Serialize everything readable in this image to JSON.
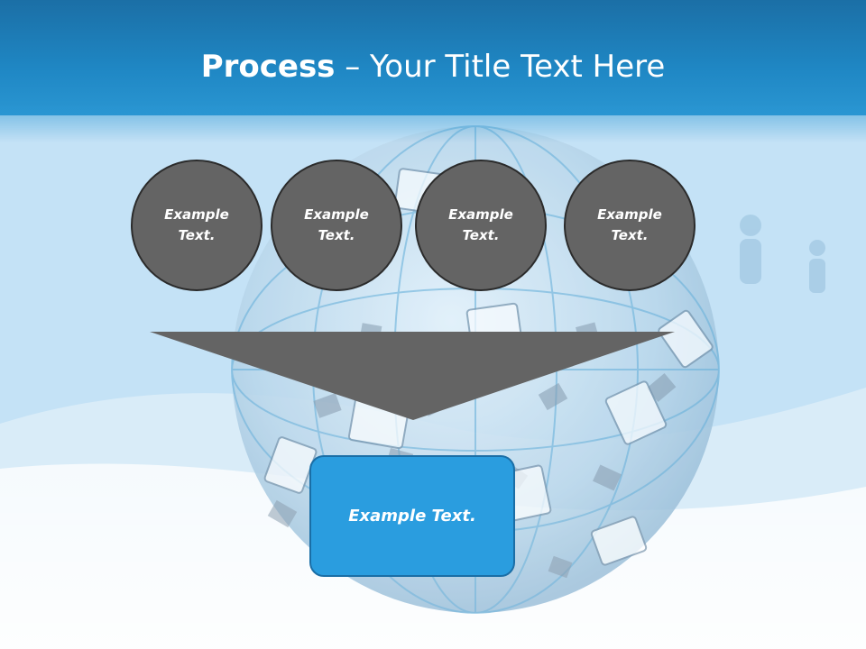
{
  "slide": {
    "title_bold": "Process",
    "title_rest": " – Your Title Text Here",
    "steps": [
      {
        "label": "Example\nText."
      },
      {
        "label": "Example\nText."
      },
      {
        "label": "Example\nText."
      },
      {
        "label": "Example\nText."
      }
    ],
    "result": {
      "label": "Example Text."
    },
    "colors": {
      "header": "#1f87c4",
      "circle_fill": "#646464",
      "funnel_fill": "#646464",
      "result_fill": "#2a9ddf"
    },
    "background_image": "network-globe-icon"
  }
}
